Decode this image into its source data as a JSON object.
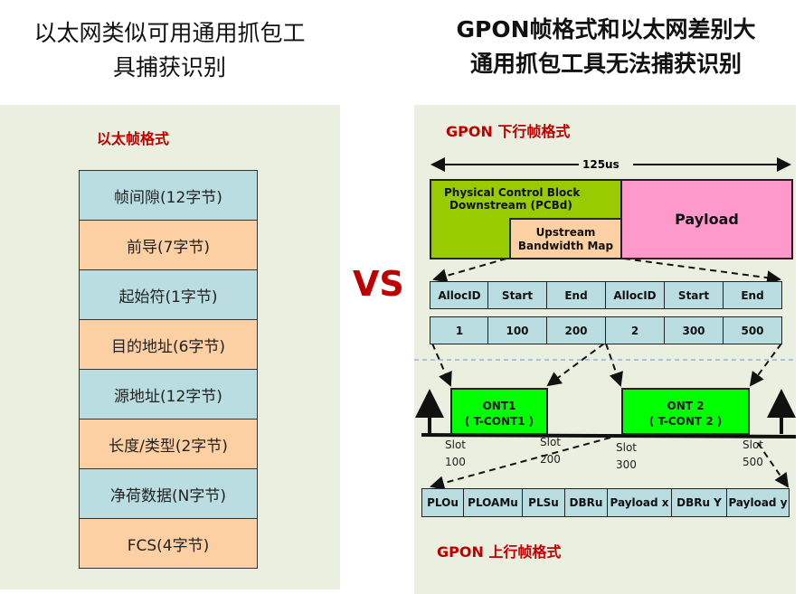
{
  "left": {
    "title_line1": "以太网类似可用通用抓包工",
    "title_line2": "具捕获识别",
    "section": "以太帧格式",
    "rows": [
      "帧间隙(12字节)",
      "前导(7字节)",
      "起始符(1字节)",
      "目的地址(6字节)",
      "源地址(12字节)",
      "长度/类型(2字节)",
      "净荷数据(N字节)",
      "FCS(4字节)"
    ]
  },
  "vs": "VS",
  "right": {
    "title_line1": "GPON帧格式和以太网差别大",
    "title_line2": "通用抓包工具无法捕获识别",
    "downstream_label": "GPON 下行帧格式",
    "duration": "125us",
    "pcbd_line1": "Physical Control Block",
    "pcbd_line2": "Downstream (PCBd)",
    "payload": "Payload",
    "bwmap_line1": "Upstream",
    "bwmap_line2": "Bandwidth Map",
    "headers": [
      "AllocID",
      "Start",
      "End",
      "AllocID",
      "Start",
      "End"
    ],
    "values": [
      "1",
      "100",
      "200",
      "2",
      "300",
      "500"
    ],
    "ont1_line1": "ONT1",
    "ont1_line2": "( T-CONT1 )",
    "ont2_line1": "ONT 2",
    "ont2_line2": "( T-CONT 2 )",
    "slots": [
      {
        "label": "Slot",
        "value": "100"
      },
      {
        "label": "Slot",
        "value": "200"
      },
      {
        "label": "Slot",
        "value": "300"
      },
      {
        "label": "Slot",
        "value": "500"
      }
    ],
    "upstream_fields": [
      "PLOu",
      "PLOAMu",
      "PLSu",
      "DBRu",
      "Payload x",
      "DBRu Y",
      "Payload y"
    ],
    "upstream_label": "GPON 上行帧格式"
  },
  "colors": {
    "red": "#c00000",
    "green": "#99cc00",
    "pink": "#ff99cc",
    "orange": "#fcd0a2",
    "blue": "#b9dde0",
    "ont": "#00ff00"
  }
}
